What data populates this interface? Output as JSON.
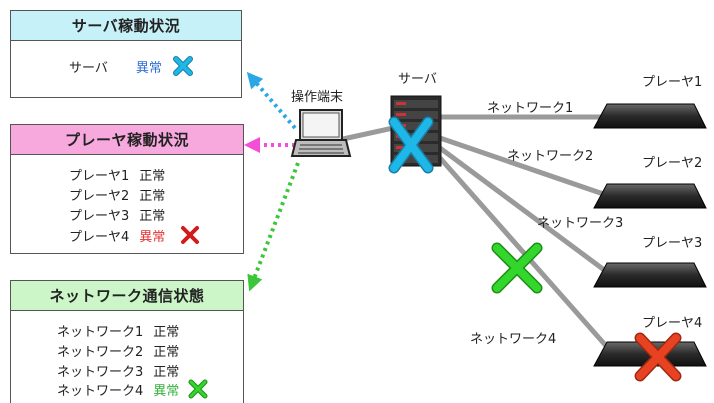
{
  "colors": {
    "server_panel_header": "#c6f1f8",
    "player_panel_header": "#f7a8dc",
    "network_panel_header": "#ccf5c8",
    "abnormal_server": "#2f6fd6",
    "abnormal_player": "#e33030",
    "abnormal_network": "#33b23a",
    "cross_server": "#1eb8e8",
    "cross_player": "#e84222",
    "cross_network": "#33d62b",
    "cross_status_player": "#d11a1a",
    "arrow_server": "#2aa7e4",
    "arrow_player": "#f44dd6",
    "arrow_network": "#3cc63a",
    "cable": "#9a9a9a"
  },
  "server_panel": {
    "title": "サーバ稼動状況",
    "rows": [
      {
        "name": "サーバ",
        "status": "異常",
        "abnormal": true
      }
    ]
  },
  "player_panel": {
    "title": "プレーヤ稼動状況",
    "rows": [
      {
        "name": "プレーヤ1",
        "status": "正常",
        "abnormal": false
      },
      {
        "name": "プレーヤ2",
        "status": "正常",
        "abnormal": false
      },
      {
        "name": "プレーヤ3",
        "status": "正常",
        "abnormal": false
      },
      {
        "name": "プレーヤ4",
        "status": "異常",
        "abnormal": true
      }
    ]
  },
  "network_panel": {
    "title": "ネットワーク通信状態",
    "rows": [
      {
        "name": "ネットワーク1",
        "status": "正常",
        "abnormal": false
      },
      {
        "name": "ネットワーク2",
        "status": "正常",
        "abnormal": false
      },
      {
        "name": "ネットワーク3",
        "status": "正常",
        "abnormal": false
      },
      {
        "name": "ネットワーク4",
        "status": "異常",
        "abnormal": true
      }
    ]
  },
  "terminal": {
    "label": "操作端末",
    "icon": "laptop-icon"
  },
  "server": {
    "label": "サーバ",
    "icon": "server-rack-icon"
  },
  "networks": [
    "ネットワーク1",
    "ネットワーク2",
    "ネットワーク3",
    "ネットワーク4"
  ],
  "players": [
    {
      "label": "プレーヤ1",
      "failed": false
    },
    {
      "label": "プレーヤ2",
      "failed": false
    },
    {
      "label": "プレーヤ3",
      "failed": false
    },
    {
      "label": "プレーヤ4",
      "failed": true
    }
  ]
}
